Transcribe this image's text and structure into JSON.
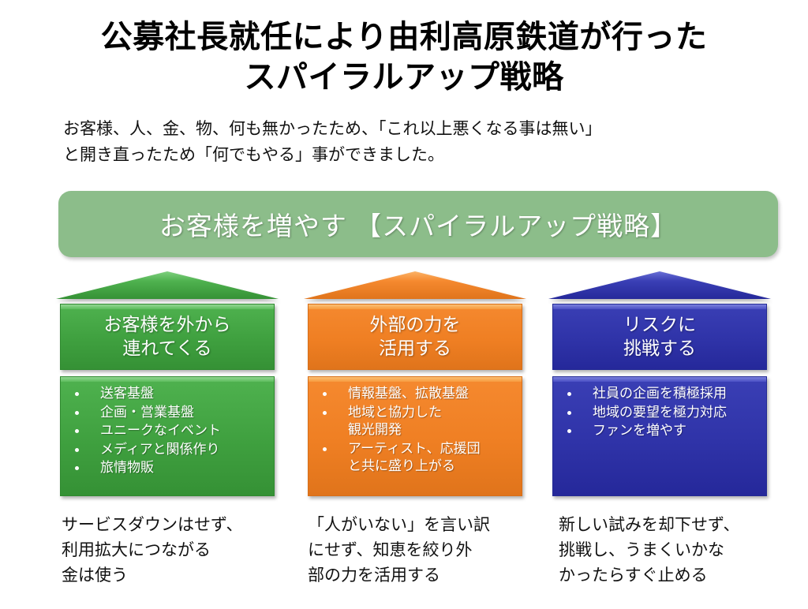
{
  "slide": {
    "background_color": "#ffffff",
    "title": {
      "line1": "公募社長就任により由利高原鉄道が行った",
      "line2": "スパイラルアップ戦略"
    },
    "subtitle": {
      "line1": "お客様、人、金、物、何も無かったため、「これ以上悪くなる事は無い」",
      "line2": "と開き直ったため「何でもやる」事ができました。"
    },
    "banner": {
      "text": "お客様を増やす 【スパイラルアップ戦略】",
      "color": "#8cbd8a",
      "text_color": "#ffffff"
    },
    "columns": [
      {
        "id": "attract-customers",
        "accent_color": "#3fa03f",
        "header": {
          "line1": "お客様を外から",
          "line2": "連れてくる"
        },
        "bullets": [
          {
            "line1": "送客基盤"
          },
          {
            "line1": "企画・営業基盤"
          },
          {
            "line1": "ユニークなイベント"
          },
          {
            "line1": "メディアと関係作り"
          },
          {
            "line1": "旅情物販"
          }
        ],
        "caption": {
          "line1": "サービスダウンはせず、",
          "line2": "利用拡大につながる",
          "line3": "金は使う"
        }
      },
      {
        "id": "leverage-external-power",
        "accent_color": "#ef7f23",
        "header": {
          "line1": "外部の力を",
          "line2": "活用する"
        },
        "bullets": [
          {
            "line1": "情報基盤、拡散基盤"
          },
          {
            "line1": "地域と協力した",
            "line2": "観光開発"
          },
          {
            "line1": "アーティスト、応援団",
            "line2": "と共に盛り上がる"
          }
        ],
        "caption": {
          "line1": "「人がいない」を言い訳",
          "line2": "にせず、知恵を絞り外",
          "line3": "部の力を活用する"
        }
      },
      {
        "id": "take-risks",
        "accent_color": "#2f33a8",
        "header": {
          "line1": "リスクに",
          "line2": "挑戦する"
        },
        "bullets": [
          {
            "line1": "社員の企画を積極採用"
          },
          {
            "line1": "地域の要望を極力対応"
          },
          {
            "line1": "ファンを増やす"
          }
        ],
        "caption": {
          "line1": "新しい試みを却下せず、",
          "line2": "挑戦し、うまくいかな",
          "line3": "かったらすぐ止める"
        }
      }
    ]
  }
}
